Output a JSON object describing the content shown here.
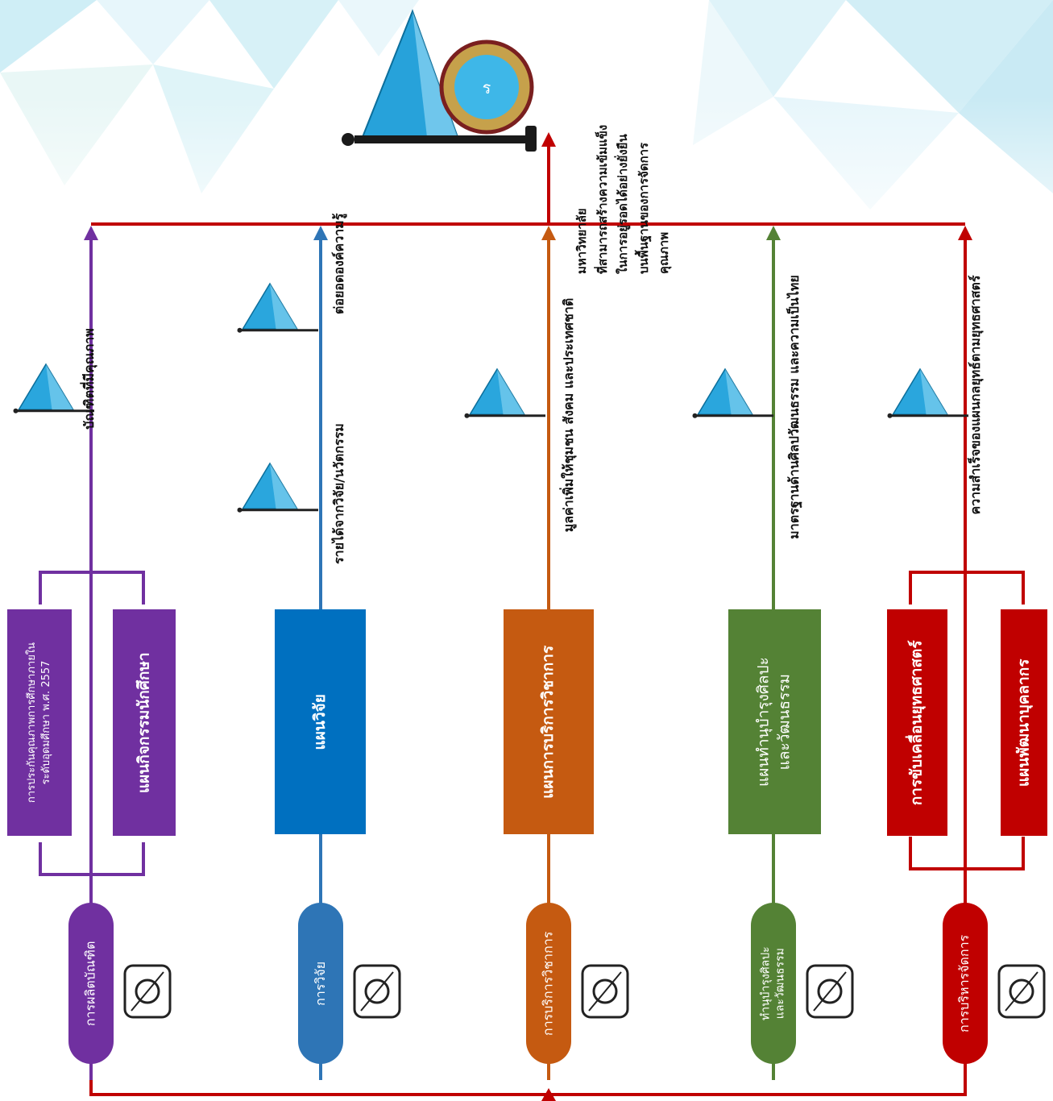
{
  "vision": {
    "lines": [
      "มหาวิทยาลัย",
      "ที่สามารถสร้างความเข้มแข็ง",
      "ในการอยู่รอดได้อย่างยั่งยืน",
      "บนพื้นฐานของการจัดการ",
      "คุณภาพ"
    ]
  },
  "colors": {
    "purple": "#7030a0",
    "blue": "#2e75b6",
    "blue_box": "#0070c0",
    "orange": "#c55a11",
    "green": "#548235",
    "red": "#c00000"
  },
  "missions": [
    {
      "name": "การผลิตบัณฑิต",
      "color": "purple",
      "icon": "graduation-cap-icon",
      "plans": [
        "แผนกิจกรรมนักศึกษา",
        "การประกันคุณภาพการศึกษาภายใน ระดับอุดมศึกษา พ.ศ. 2557"
      ],
      "outcomes": [
        "บัณฑิตที่มีคุณภาพ"
      ]
    },
    {
      "name": "การวิจัย",
      "color": "blue",
      "icon": "research-gear-magnifier-icon",
      "plans": [
        "แผนวิจัย"
      ],
      "outcomes": [
        "ต่อยอดองค์ความรู้",
        "รายได้จากวิจัย/นวัตกรรม"
      ]
    },
    {
      "name": "การบริการวิชาการ",
      "color": "orange",
      "icon": "community-service-icon",
      "plans": [
        "แผนการบริการวิชาการ"
      ],
      "outcomes": [
        "มูลค่าเพิ่มให้ชุมชน สังคม และประเทศชาติ"
      ]
    },
    {
      "name": "ทำนุบำรุงศิลปะ และวัฒนธรรม",
      "color": "green",
      "icon": "thai-mask-icon",
      "plans": [
        "แผนทำนุบำรุงศิลปะ และวัฒนธรรม"
      ],
      "outcomes": [
        "มาตรฐานด้านศิลปวัฒนธรรม และความเป็นไทย"
      ]
    },
    {
      "name": "การบริหารจัดการ",
      "color": "red",
      "icon": "strategy-board-icon",
      "plans": [
        "การขับเคลื่อนยุทธศาสตร์",
        "แผนพัฒนาบุคลากร"
      ],
      "outcomes": [
        "ความสำเร็จของแผนกลยุทธ์ตามยุทธศาสตร์"
      ]
    }
  ]
}
